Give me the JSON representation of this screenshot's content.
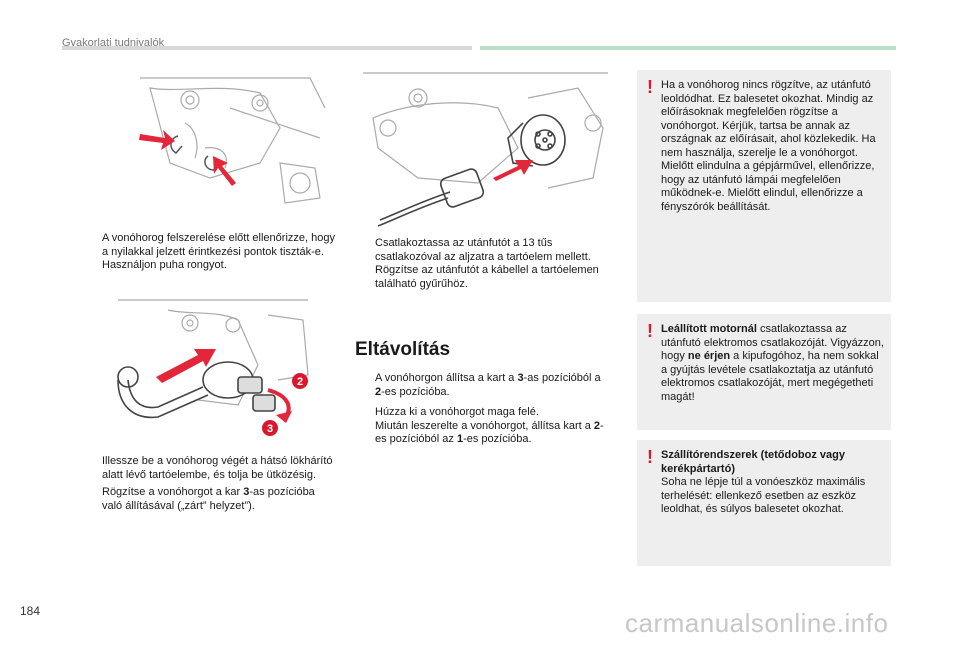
{
  "header": {
    "section_title": "Gyakorlati tudnivalók"
  },
  "left_column": {
    "para1": "A vonóhorog felszerelése előtt ellenőrizze, hogy a nyilakkal jelzett érintkezési pontok tiszták-e. Használjon puha rongyot.",
    "para2": "Illessze be a vonóhorog végét a hátsó lökhárító alatt lévő tartóelembe, és tolja be ütközésig.",
    "para3_a": "Rögzítse a vonóhorgot a kar ",
    "para3_b": "3",
    "para3_c": "-as pozícióba való állításával („zárt” helyzet”).",
    "callout_2": "2",
    "callout_3": "3"
  },
  "middle_column": {
    "para1": "Csatlakoztassa az utánfutót a 13 tűs csatlakozóval az aljzatra a tartóelem mellett.",
    "para2": "Rögzítse az utánfutót a kábellel a tartóelemen található gyűrűhöz.",
    "heading": "Eltávolítás",
    "para3_a": "A vonóhorgon állítsa a kart a ",
    "para3_b": "3",
    "para3_c": "-as pozícióból a ",
    "para3_d": "2",
    "para3_e": "-es pozícióba.",
    "para4": "Húzza ki a vonóhorgot maga felé.",
    "para5_a": "Miután leszerelte a vonóhorgot, állítsa kart a ",
    "para5_b": "2",
    "para5_c": "-es pozícióból az ",
    "para5_d": "1",
    "para5_e": "-es pozícióba."
  },
  "warnings": {
    "box1": "Ha a vonóhorog nincs rögzítve, az utánfutó leoldódhat. Ez balesetet okozhat. Mindig az előírásoknak megfelelően rögzítse a vonóhorgot. Kérjük, tartsa be annak az országnak az előírásait, ahol közlekedik. Ha nem használja, szerelje le a vonóhorgot. Mielőtt elindulna a gépjárművel, ellenőrizze, hogy az utánfutó lámpái megfelelően működnek-e. Mielőtt elindul, ellenőrizze a fényszórók beállítását.",
    "box2_bold1": "Leállított motornál",
    "box2_a": " csatlakoztassa az utánfutó elektromos csatlakozóját. Vigyázzon, hogy ",
    "box2_bold2": "ne érjen",
    "box2_b": " a kipufogóhoz, ha nem sokkal a gyújtás levétele csatlakoztatja az utánfutó elektromos csatlakozóját, mert megégetheti magát!",
    "box3_title": "Szállítórendszerek (tetődoboz vagy kerékpártartó)",
    "box3_body": "Soha ne lépje túl a vonóeszköz maximális terhelését: ellenkező esetben az eszköz leoldhat, és súlyos balesetet okozhat.",
    "warning_symbol": "!"
  },
  "bullet_symbol": "",
  "footer": {
    "page_number": "184",
    "watermark": "carmanualsonline.info"
  },
  "colors": {
    "warning_red": "#d9182d",
    "arrow_red": "#e3263a",
    "box_grey": "#eeeeee",
    "green_rule": "#b9dfc9"
  },
  "icons": {
    "warning": "exclamation-icon",
    "bullet": "bullet-icon"
  }
}
